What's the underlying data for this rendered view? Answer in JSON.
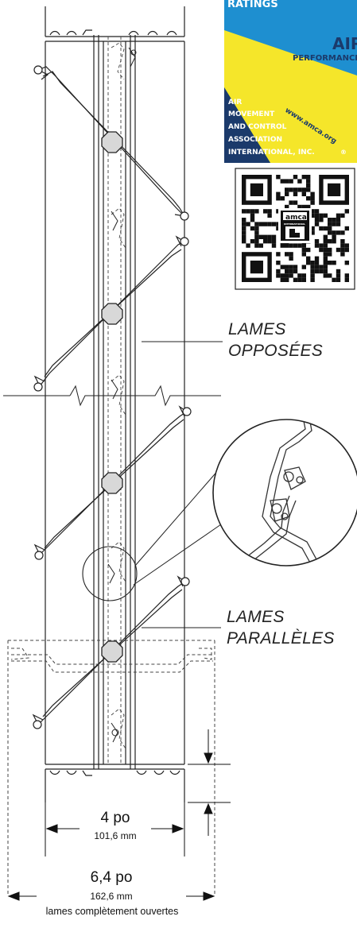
{
  "badge": {
    "ratings_text": "RATINGS",
    "air_text": "AIR",
    "performance_text": "PERFORMANCE",
    "org_lines": [
      "AIR",
      "MOVEMENT",
      "AND CONTROL",
      "ASSOCIATION",
      "INTERNATIONAL, INC."
    ],
    "registered": "®",
    "website": "www.amca.org",
    "qr_logo_text": "amca",
    "qr_logo_sub": "INTERNATIONAL",
    "colors": {
      "blue": "#1e8fd0",
      "yellow": "#f5e62a",
      "navy": "#1b3a6b",
      "qr": "#111111"
    }
  },
  "labels": {
    "opposed_line1": "LAMES",
    "opposed_line2": "OPPOSÉES",
    "parallel_line1": "LAMES",
    "parallel_line2": "PARALLÈLES"
  },
  "dimensions": {
    "frame_depth": "4 po",
    "frame_depth_mm": "101,6 mm",
    "open_depth": "6,4 po",
    "open_depth_mm": "162,6 mm",
    "open_note": "lames complètement ouvertes"
  }
}
